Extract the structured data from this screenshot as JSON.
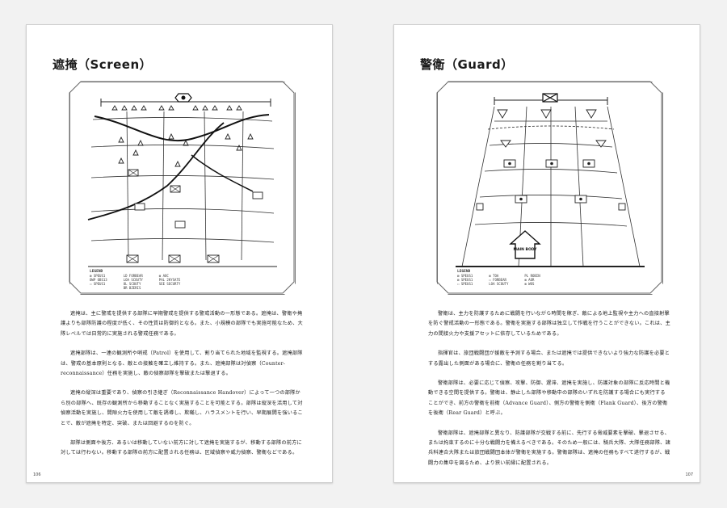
{
  "left_page": {
    "heading": "遮掩（Screen）",
    "page_number": "106",
    "figure": {
      "legend_title": "LEGEND",
      "legend_col1": [
        "⊠ SPEUS1",
        "OWP OBS13",
        "☐ SPEUS1"
      ],
      "legend_col2": [
        "LD FORBEAR",
        "LOA SCOUTY",
        "OL SCOUTY",
        "BR BZERIS"
      ],
      "legend_col3": [
        "⊠ AOC",
        "PAL 2KYSATE",
        "SEE SECURTY"
      ]
    },
    "paragraphs": [
      "遮掩は、主に警戒を提供する部隊に早期警戒を提供する警戒活動の一形態である。遮掩は、警衛や掩護よりも部隊防護の程度が低く、その性質は防御的となる。また、小規模の部隊でも実施可能なため、大隊レベルでは日常的に実施される警戒任務である。",
      "遮掩部隊は、一連の観測所や哨戒（Patrol）を使用して、割り当てられた地域を監視する。遮掩部隊は、警戒の基本原則となる、敵との接触を確立し維持する。また、遮掩部隊は対偵察（Counter-reconnaissance）任務を実施し、敵の偵察部隊を撃破または撃退する。",
      "遮掩の縦深は重要であり、偵察の引き継ぎ（Reconnaissance Handover）によって一つの部隊から別の部隊へ、既存の観測所から移動することなく実施することを可能とする。部隊は縦深を活用して対偵察活動を実施し、間隙火力を使用して敵を誘導し、欺瞞し、ハラスメントを行い、早期展開を強いることで、敵が遮掩を特定、突破、または回避するのを防ぐ。",
      "部隊は側面や後方、あるいは移動していない前方に対して遮掩を実施するが、移動する部隊の前方に対しては行わない。移動する部隊の前方に配置される任務は、区域偵察や威力偵察、警衛などである。"
    ]
  },
  "right_page": {
    "heading": "警衛（Guard）",
    "page_number": "107",
    "figure": {
      "legend_title": "LEGEND",
      "legend_col1": [
        "⊠ SPEUS1",
        "⊠ SPEUS1",
        "☐ SPEUS1"
      ],
      "legend_col2": [
        "⊠ TOA",
        "☐ FORBEAR",
        "LOA SCOUTY"
      ],
      "legend_col3": [
        "PL ROBIN",
        "⊠ AOR",
        "⊠ WOS"
      ],
      "main_body_label": "MAIN BODY"
    },
    "paragraphs": [
      "警衛は、主力を防護するために戦闘を行いながら時間を稼ぎ、敵による地上監視や主力への直接射撃を防ぐ警戒活動の一形態である。警衛を実施する部隊は独立して作戦を行うことができない。これは、主力の間接火力や支援アセットに依存しているためである。",
      "指揮官は、旅団戦闘団が援敵を予測する場合、または遮掩では提供できないより強力な防護を必要とする露出した側面がある場合に、警衛の任務を割り当てる。",
      "警衛部隊は、必要に応じて偵察、攻撃、防御、遅滞、遮掩を実施し、防護対象の部隊に反応時間と機動できる空間を提供する。警衛は、静止した部隊や移動中の部隊のいずれを防護する場合にも実行することができ、前方の警衛を前衛（Advance Guard）、側方の警衛を側衛（Flank Guard）、後方の警衛を後衛（Rear Guard）と呼ぶ。",
      "警衛部隊は、遮掩部隊と異なり、防護部隊が交戦する前に、先行する脅威要素を撃破、撃退させる、または拘束するのに十分な戦闘力を備えるべきである。そのため一般には、騎兵大隊、大隊任務部隊、諸兵科連合大隊または旅団戦闘団本体が警衛を実施する。警衛部隊は、遮掩の任務もすべて遂行するが、戦闘力の集中を図るため、より狭い前縁に配置される。"
    ]
  }
}
